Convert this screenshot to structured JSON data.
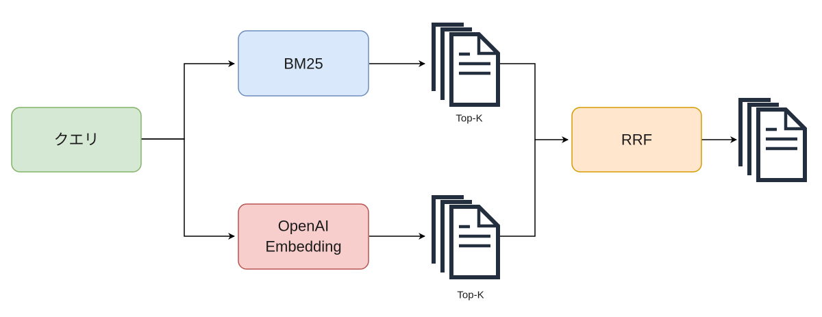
{
  "nodes": {
    "query": {
      "label": "クエリ",
      "fill": "#d5e8d4",
      "stroke": "#82b366"
    },
    "bm25": {
      "label": "BM25",
      "fill": "#dae8fc",
      "stroke": "#6c8ebf"
    },
    "openai": {
      "label_line1": "OpenAI",
      "label_line2": "Embedding",
      "fill": "#f8cecc",
      "stroke": "#b85450"
    },
    "rrf": {
      "label": "RRF",
      "fill": "#ffe6cc",
      "stroke": "#d79b00"
    }
  },
  "doc_groups": {
    "top": {
      "label": "Top-K",
      "icon": "documents-icon"
    },
    "bottom": {
      "label": "Top-K",
      "icon": "documents-icon"
    },
    "output": {
      "icon": "documents-icon"
    }
  },
  "colors": {
    "edge": "#000000",
    "doc_icon": "#232f3e"
  }
}
